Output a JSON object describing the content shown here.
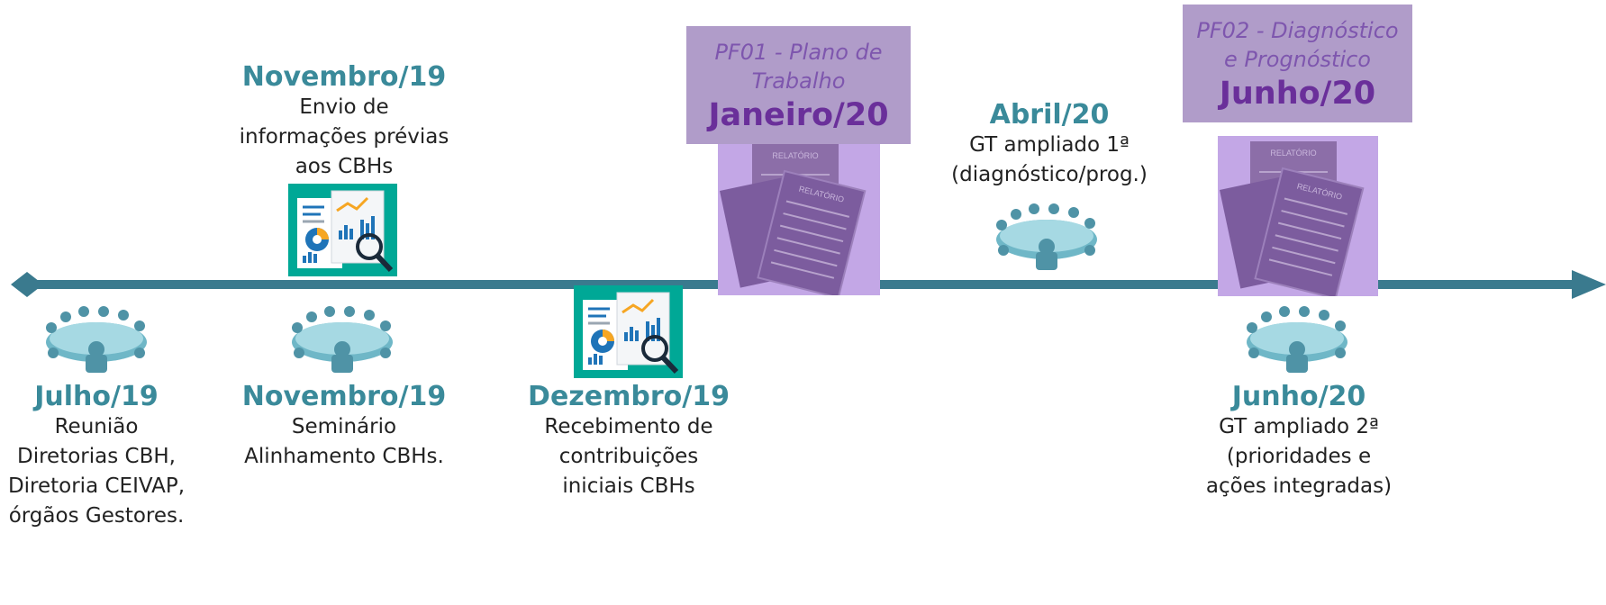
{
  "colors": {
    "timeline": "#3a7a8e",
    "date_text": "#3a8a9a",
    "box_fill": "#b09cc9",
    "box_italic": "#7e56ae",
    "box_bold": "#6a2f9a",
    "doc_bg": "#c3a7e6",
    "report_teal": "#00a896"
  },
  "events_above": [
    {
      "date": "Novembro/19",
      "lines": [
        "Envio de",
        "informações prévias",
        "aos CBHs"
      ],
      "icon": "report-analytics-icon"
    },
    {
      "date": "Abril/20",
      "lines": [
        "GT ampliado 1ª",
        "(diagnóstico/prog.)"
      ],
      "icon": "meeting-table-icon"
    }
  ],
  "events_below": [
    {
      "date": "Julho/19",
      "lines": [
        "Reunião",
        "Diretorias CBH,",
        "Diretoria CEIVAP,",
        "órgãos Gestores."
      ],
      "icon": "meeting-table-icon"
    },
    {
      "date": "Novembro/19",
      "lines": [
        "Seminário",
        "Alinhamento CBHs."
      ],
      "icon": "meeting-table-icon"
    },
    {
      "date": "Dezembro/19",
      "lines": [
        "Recebimento de",
        "contribuições",
        "iniciais CBHs"
      ],
      "icon": "report-analytics-icon"
    },
    {
      "date": "Junho/20",
      "lines": [
        "GT ampliado 2ª",
        "(prioridades e",
        "ações integradas)"
      ],
      "icon": "meeting-table-icon"
    }
  ],
  "deliverables": [
    {
      "title_lines": [
        "PF01 - Plano de",
        "Trabalho"
      ],
      "date": "Janeiro/20",
      "doc_label": "RELATÓRIO"
    },
    {
      "title_lines": [
        "PF02 - Diagnóstico",
        "e Prognóstico"
      ],
      "date": "Junho/20",
      "doc_label": "RELATÓRIO"
    }
  ]
}
